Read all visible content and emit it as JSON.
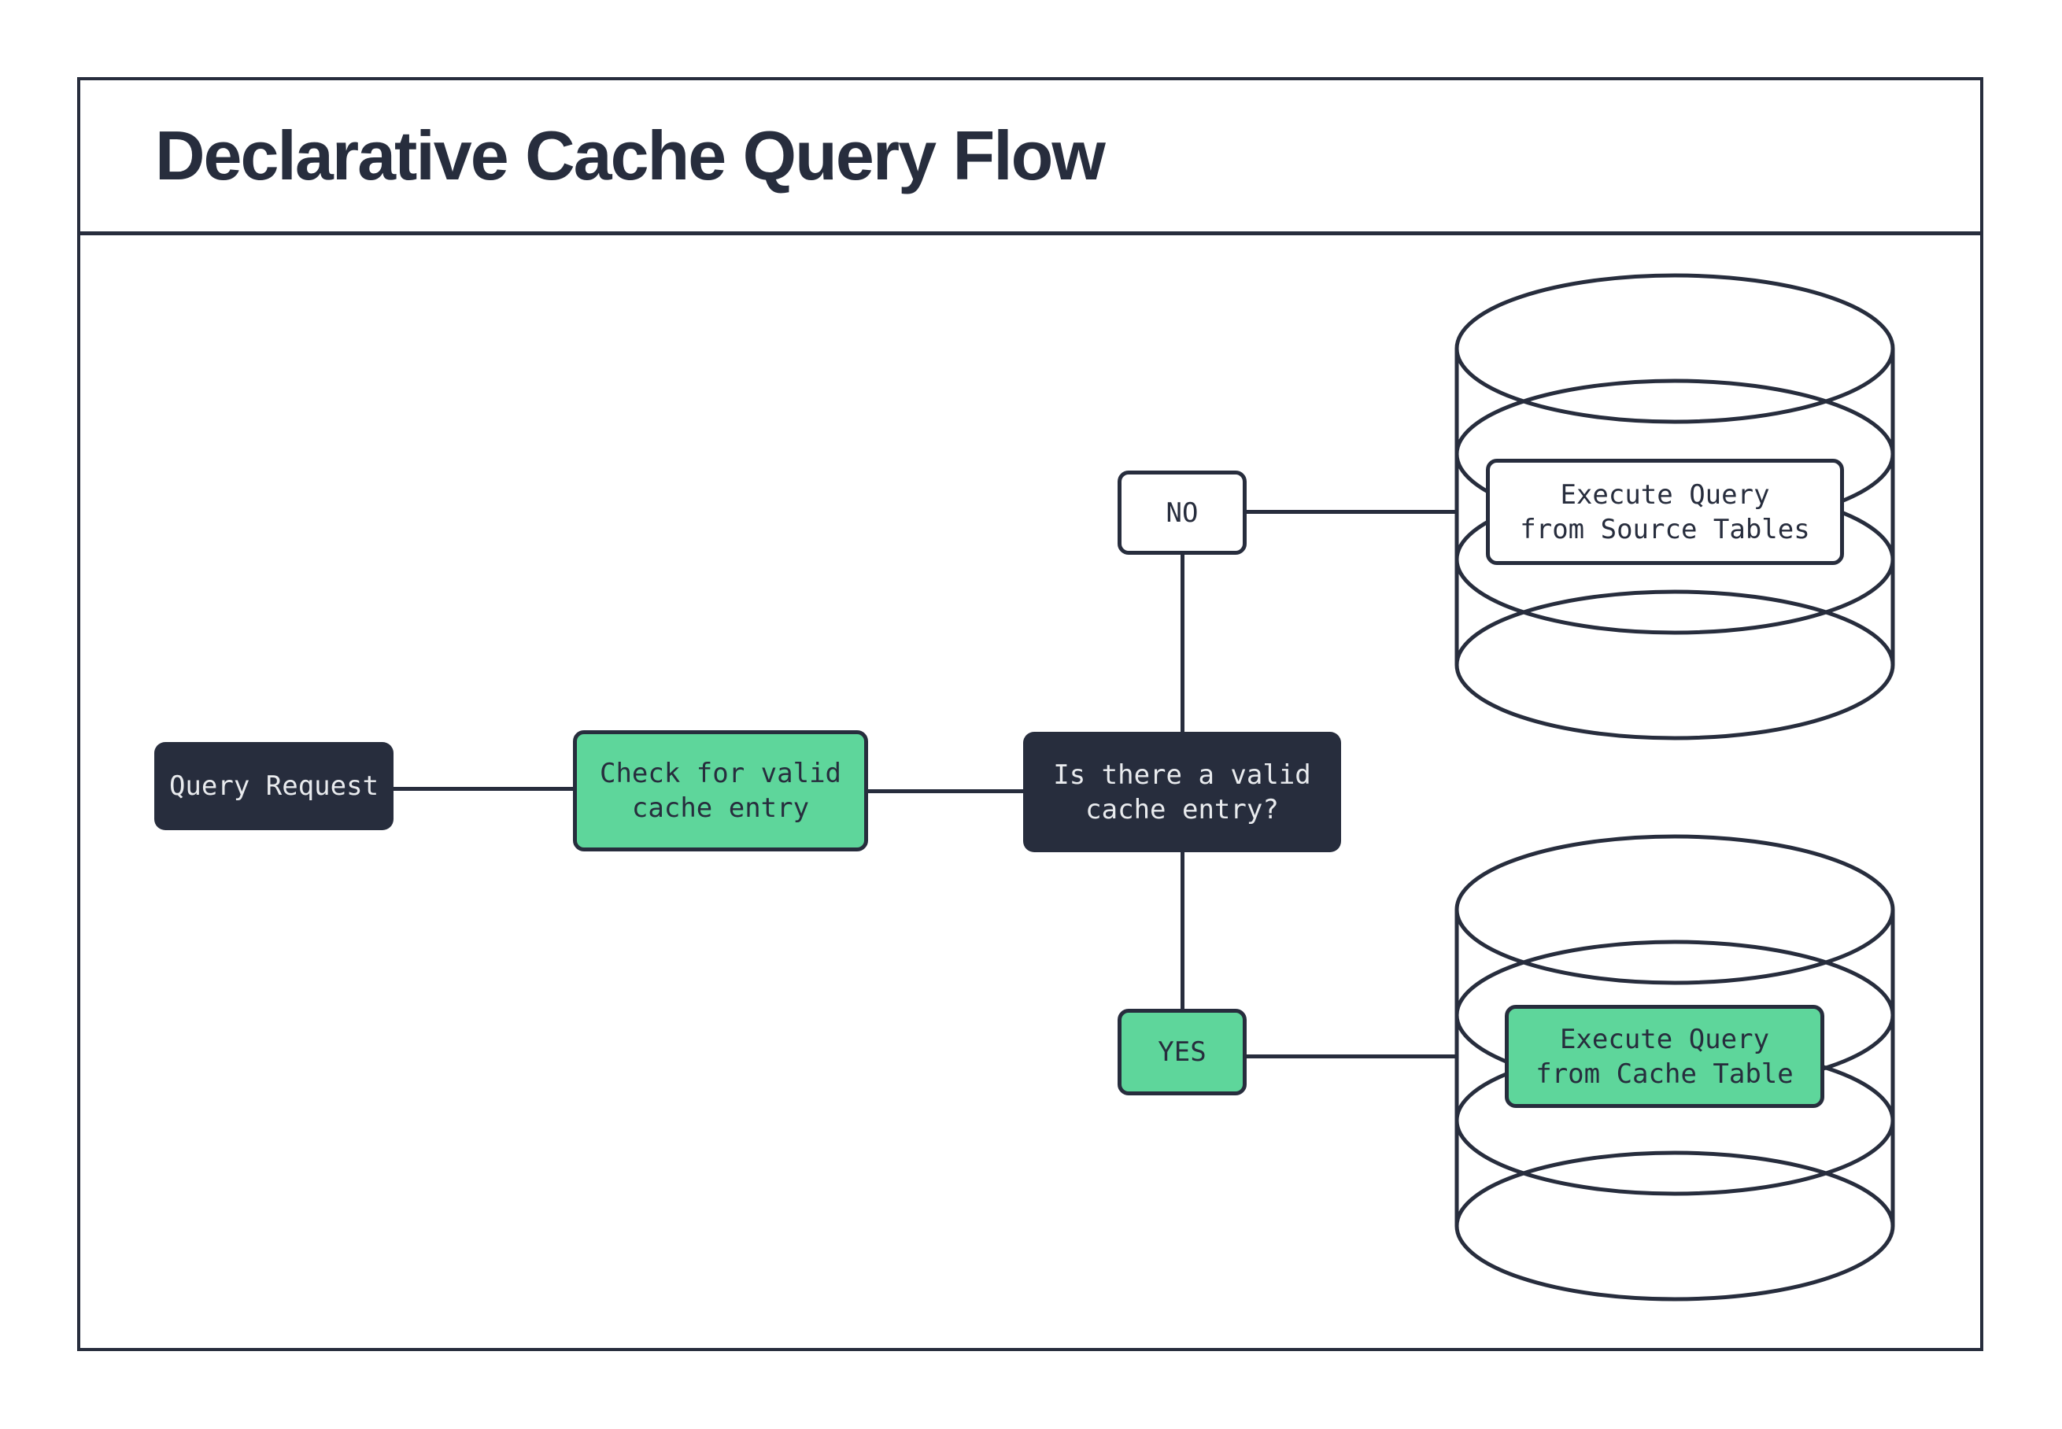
{
  "title": "Declarative Cache Query Flow",
  "colors": {
    "ink": "#272d3d",
    "green": "#5ed69b",
    "paper": "#ffffff",
    "light_text": "#e9ebee"
  },
  "nodes": {
    "query_request": {
      "label": "Query Request"
    },
    "check_cache": {
      "label": "Check for valid\ncache entry"
    },
    "decision": {
      "label": "Is there a valid\ncache entry?"
    },
    "branch_no": {
      "label": "NO"
    },
    "branch_yes": {
      "label": "YES"
    },
    "source_db": {
      "label": "Execute Query\nfrom Source Tables"
    },
    "cache_db": {
      "label": "Execute Query\nfrom Cache Table"
    }
  }
}
